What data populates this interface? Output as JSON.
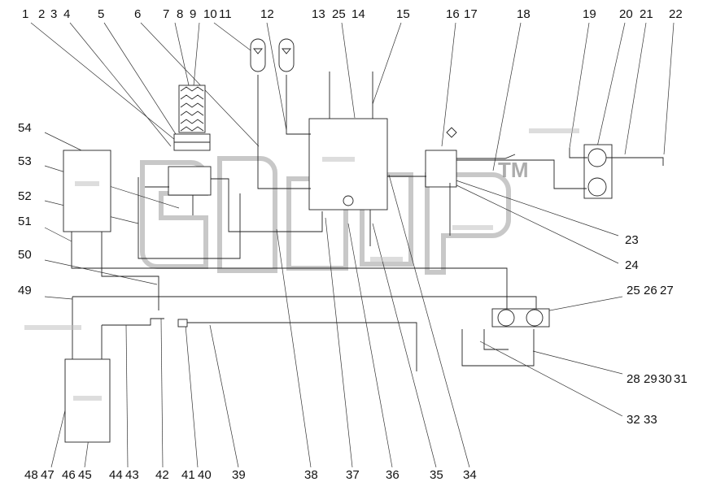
{
  "watermark": {
    "trademark": "TM"
  },
  "callouts_top": [
    "1",
    "2",
    "3",
    "4",
    "5",
    "6",
    "7",
    "8",
    "9",
    "10",
    "11",
    "12",
    "13",
    "25",
    "14",
    "15",
    "16",
    "17",
    "18",
    "19",
    "20",
    "21",
    "22"
  ],
  "callouts_left": [
    "54",
    "53",
    "52",
    "51",
    "50",
    "49"
  ],
  "callouts_right": [
    "23",
    "24",
    "25",
    "26",
    "27",
    "28",
    "29",
    "30",
    "31",
    "32",
    "33"
  ],
  "callouts_bottom": [
    "48",
    "47",
    "46",
    "45",
    "44",
    "43",
    "42",
    "41",
    "40",
    "39",
    "38",
    "37",
    "36",
    "35",
    "34"
  ],
  "colors": {
    "line": "#222222",
    "watermark": "#9a9a9a"
  }
}
